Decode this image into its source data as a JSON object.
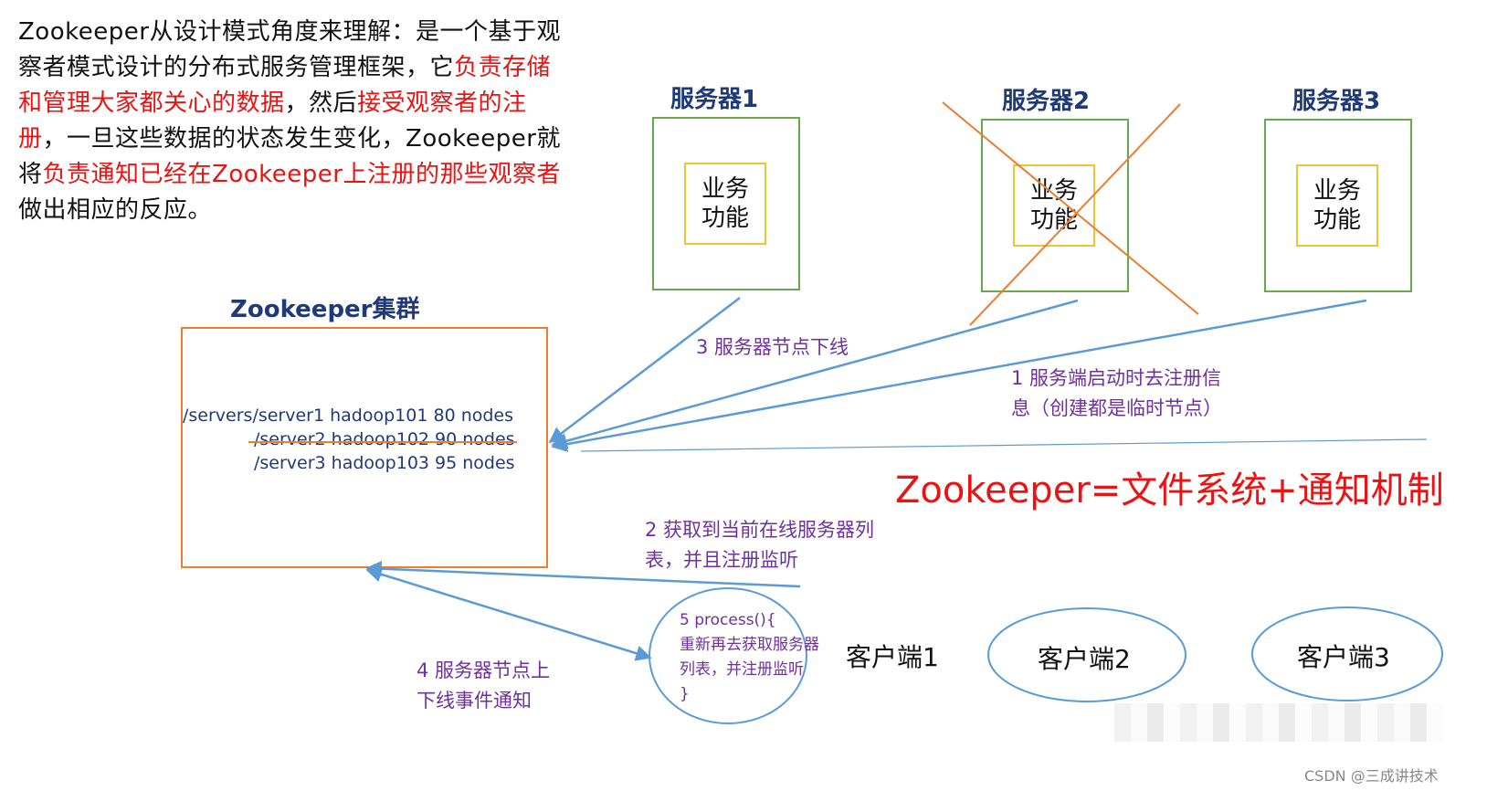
{
  "intro": {
    "segments": [
      {
        "text": "Zookeeper从设计模式角度来理解：是一个基于观察者模式设计的分布式服务管理框架，它",
        "red": false
      },
      {
        "text": "负责存储和管理大家都关心的数据",
        "red": true
      },
      {
        "text": "，然后",
        "red": false
      },
      {
        "text": "接受观察者的注册",
        "red": true
      },
      {
        "text": "，一旦这些数据的状态发生变化，Zookeeper就将",
        "red": false
      },
      {
        "text": "负责通知已经在Zookeeper上注册的那些观察者",
        "red": true
      },
      {
        "text": "做出相应的反应。",
        "red": false
      }
    ]
  },
  "servers": [
    {
      "title": "服务器1",
      "func_line1": "业务",
      "func_line2": "功能"
    },
    {
      "title": "服务器2",
      "func_line1": "业务",
      "func_line2": "功能"
    },
    {
      "title": "服务器3",
      "func_line1": "业务",
      "func_line2": "功能"
    }
  ],
  "cluster": {
    "title": "Zookeeper集群",
    "nodes": [
      "/servers/server1 hadoop101 80 nodes",
      "/server2 hadoop102  90 nodes",
      "/server3 hadoop103  95 nodes"
    ]
  },
  "labels": {
    "step3": "3 服务器节点下线",
    "step1_line1": "1 服务端启动时去注册信",
    "step1_line2": "息（创建都是临时节点）",
    "step2_line1": "2  获取到当前在线服务器列",
    "step2_line2": "表，并且注册监听",
    "step4_line1": "4  服务器节点上",
    "step4_line2": "下线事件通知",
    "process_line1": "5 process(){",
    "process_line2": "重新再去获取服务器",
    "process_line3": "列表，并注册监听",
    "process_line4": "}"
  },
  "equation": "Zookeeper=文件系统+通知机制",
  "clients": [
    "客户端1",
    "客户端2",
    "客户端3"
  ],
  "footer": "CSDN @三成讲技术",
  "colors": {
    "server_border": "#6aa84f",
    "func_border": "#f1c232",
    "cluster_border": "#ed7d31",
    "arrow": "#5b9bd5",
    "label": "#7030a0",
    "highlight": "#ee1111",
    "title_blue": "#1f3a7a"
  }
}
